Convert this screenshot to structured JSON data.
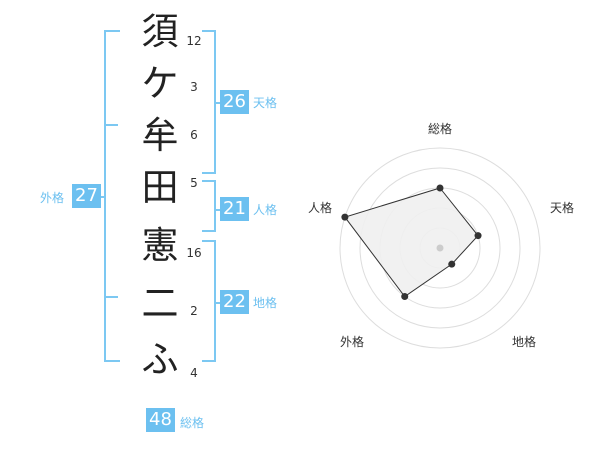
{
  "name_chars": [
    "須",
    "ケ",
    "牟",
    "田",
    "憲",
    "二",
    "ふ"
  ],
  "strokes": [
    "12",
    "3",
    "6",
    "5",
    "16",
    "2",
    "4"
  ],
  "tenkaku": {
    "value": "26",
    "label": "天格"
  },
  "jinkaku": {
    "value": "21",
    "label": "人格"
  },
  "chikaku": {
    "value": "22",
    "label": "地格"
  },
  "gaikaku": {
    "value": "27",
    "label": "外格"
  },
  "soukaku": {
    "value": "48",
    "label": "総格"
  },
  "radar": {
    "axes": [
      "総格",
      "天格",
      "地格",
      "外格",
      "人格"
    ],
    "values": [
      0.6,
      0.4,
      0.2,
      0.6,
      1.0
    ],
    "colors": {
      "fill": "#efefef",
      "line": "#333333",
      "grid": "#dddddd",
      "center": "#cccccc"
    }
  },
  "colors": {
    "accent": "#6cc0f0"
  }
}
